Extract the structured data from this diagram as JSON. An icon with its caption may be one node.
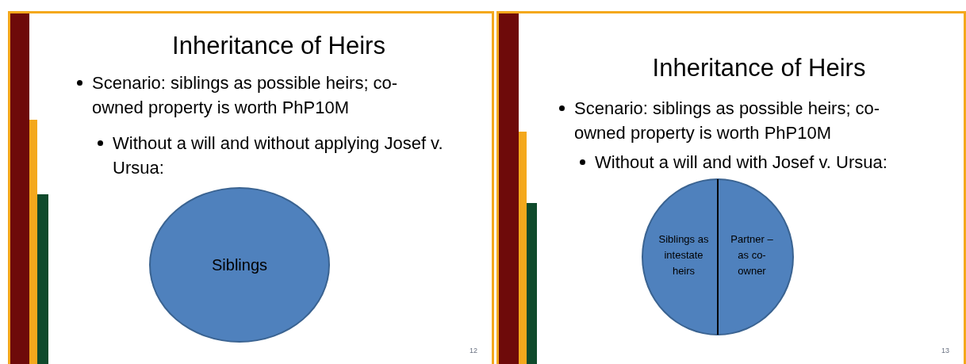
{
  "diagram": {
    "nodes": [
      {
        "text": [
          "Inheritance of Heirs",
          "Scenario: siblings as possible heirs; co-owned property is worth PhP10M",
          "Without a will and without applying Josef v. Ursua:"
        ],
        "beside": [
          "12"
        ]
      },
      {
        "text": [
          "Siblings"
        ],
        "in": 0
      },
      {
        "text": [
          "Inheritance of Heirs",
          "Scenario: siblings as possible heirs; co-owned property is worth PhP10M",
          "Without a will and with Josef v. Ursua:"
        ],
        "beside": [
          "13"
        ]
      },
      {
        "text": [
          "Siblings as intestate heirs"
        ],
        "in": 2
      },
      {
        "text": [
          "Partner – as co-owner"
        ],
        "in": 2
      }
    ]
  }
}
